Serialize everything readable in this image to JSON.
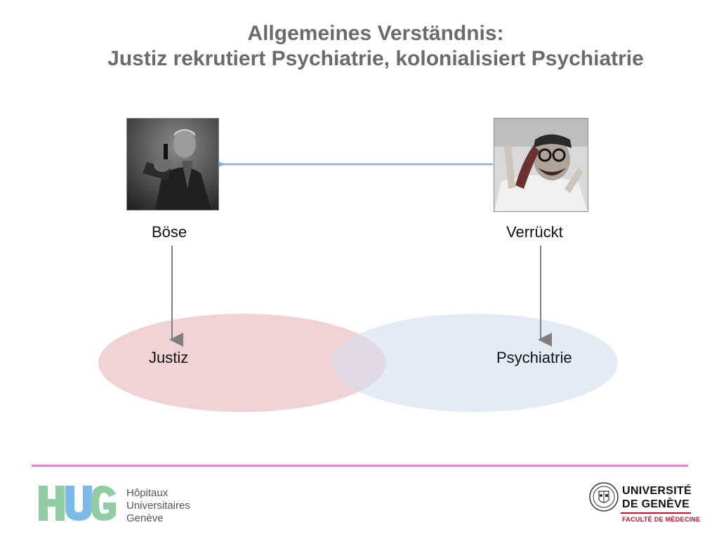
{
  "title": {
    "line1": "Allgemeines Verständnis:",
    "line2": "Justiz rekrutiert Psychiatrie, kolonialisiert Psychiatrie"
  },
  "nodes": {
    "boese": "Böse",
    "verrueckt": "Verrückt",
    "justiz": "Justiz",
    "psychiatrie": "Psychiatrie"
  },
  "colors": {
    "title": "#6b6b6b",
    "justiz_ellipse": "#e8b4b8",
    "psychiatrie_ellipse": "#d3def0",
    "horizontal_arrow": "#8aaed3",
    "vertical_arrows": "#7f7f7f",
    "divider": "#e97fd0",
    "hug_green": "#8cc9a0",
    "hug_blue": "#6ab3e3",
    "unige_red": "#c0122c"
  },
  "footer": {
    "hug_lines": [
      "Hôpitaux",
      "Universitaires",
      "Genève"
    ],
    "unige_lines": [
      "UNIVERSITÉ",
      "DE GENÈVE"
    ],
    "faculty": "FACULTÉ DE MÉDECINE"
  }
}
